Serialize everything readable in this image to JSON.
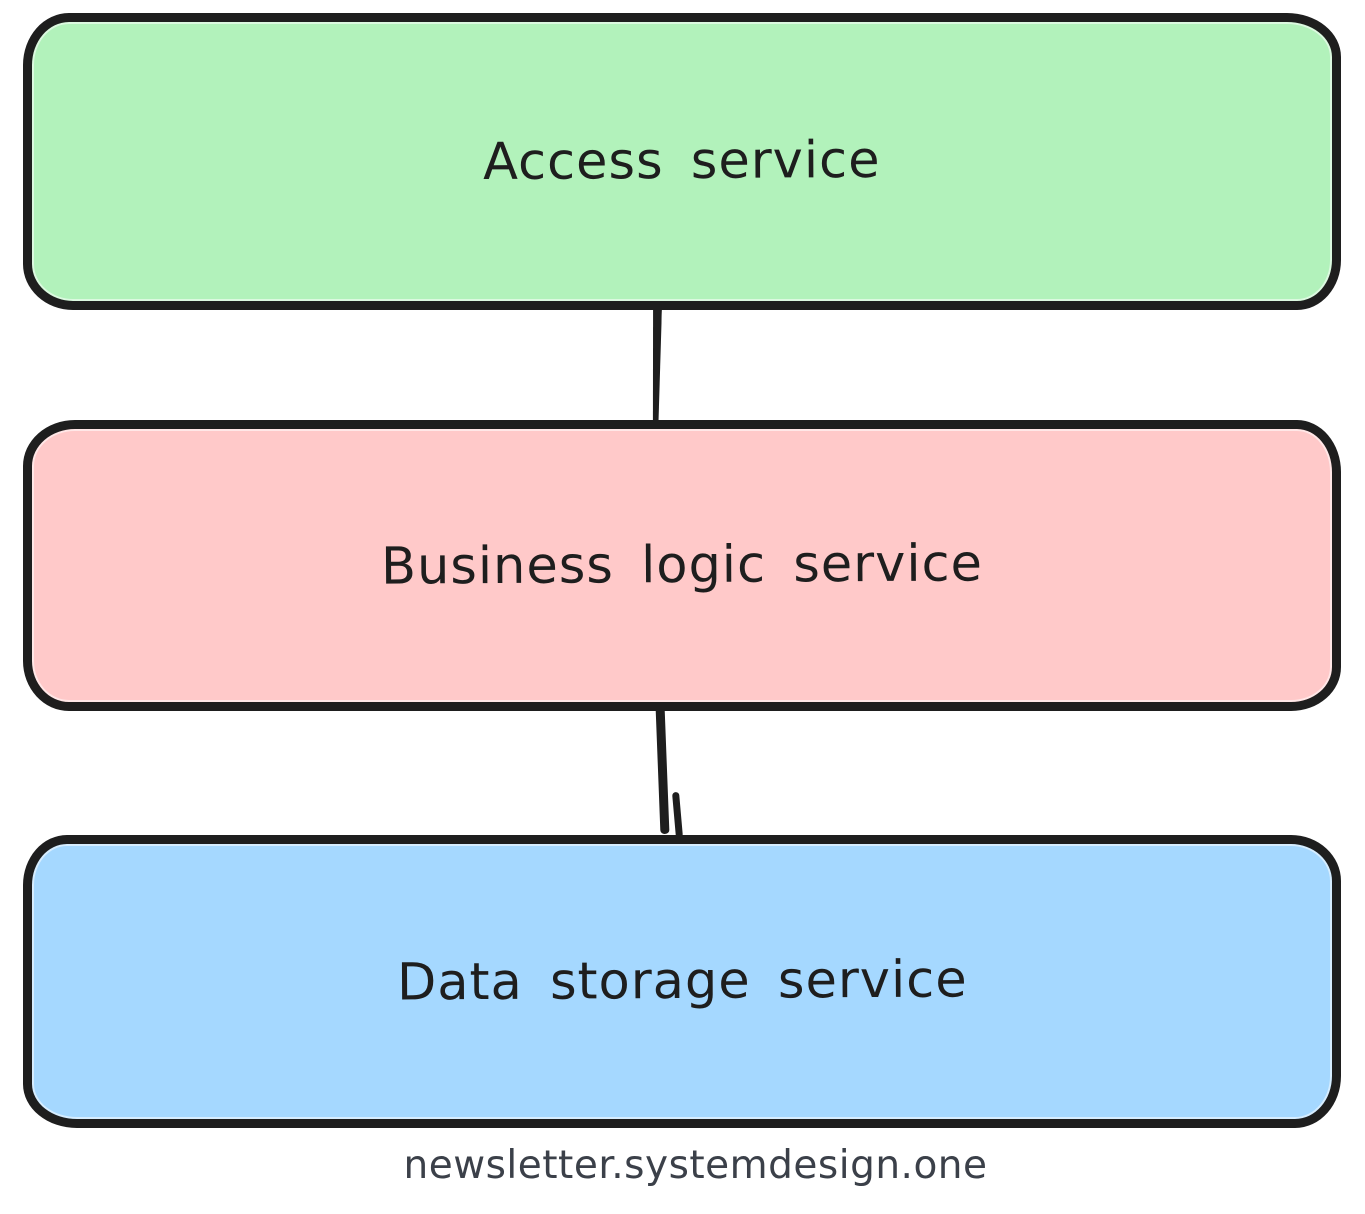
{
  "diagram": {
    "stroke": "#1e1e1e",
    "background": "#ffffff",
    "boxes": [
      {
        "label": "Access service",
        "fill": "#b2f2bb"
      },
      {
        "label": "Business logic service",
        "fill": "#ffc9c9"
      },
      {
        "label": "Data storage service",
        "fill": "#a5d8ff"
      }
    ],
    "connectors": [
      {
        "from": "Access service",
        "to": "Business logic service"
      },
      {
        "from": "Business logic service",
        "to": "Data storage service"
      }
    ],
    "footer": {
      "text": "newsletter.systemdesign.one",
      "color": "#3b4049"
    }
  }
}
